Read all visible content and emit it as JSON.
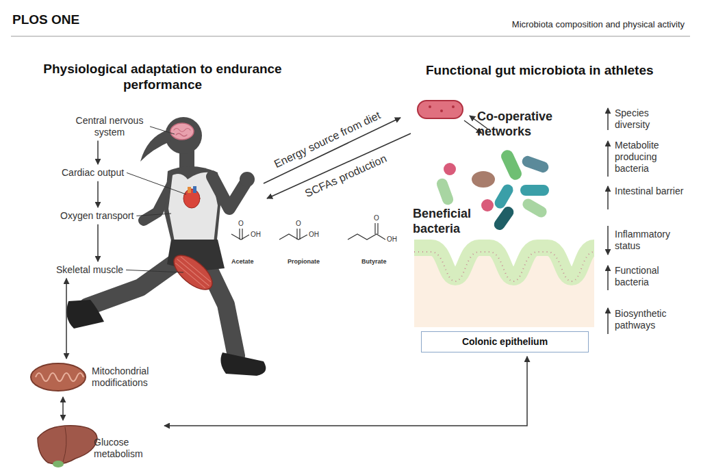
{
  "diagram": {
    "nodes": [
      {
        "text": [
          "Central nervous system"
        ]
      },
      {
        "text": [
          "Cardiac output"
        ]
      },
      {
        "text": [
          "Oxygen transport"
        ]
      },
      {
        "text": [
          "Skeletal muscle"
        ]
      },
      {
        "text": [
          "Mitochondrial modifications"
        ]
      },
      {
        "text": [
          "Glucose metabolism"
        ]
      },
      {
        "text": [
          "Colonic epithelium"
        ]
      }
    ],
    "edges": [
      {
        "from": 0,
        "to": 1,
        "arrow": "to"
      },
      {
        "from": 1,
        "to": 2,
        "arrow": "to"
      },
      {
        "from": 2,
        "to": 3,
        "arrow": "to"
      },
      {
        "from": 3,
        "to": 4,
        "arrow": "both"
      },
      {
        "from": 4,
        "to": 5,
        "arrow": "both"
      },
      {
        "from": 5,
        "to": 6,
        "arrow": "both"
      }
    ],
    "labels": [
      "PLOS ONE",
      "Microbiota composition and physical activity",
      "Physiological adaptation to endurance performance",
      "Functional gut microbiota in athletes",
      "Energy source from diet",
      "SCFAs production",
      "Co-operative networks",
      "Beneficial bacteria",
      "O",
      "OH",
      "Acetate",
      "O",
      "OH",
      "Propionate",
      "O",
      "OH",
      "Butyrate",
      "Species diversity",
      "Metabolite producing bacteria",
      "Intestinal barrier",
      "Inflammatory status",
      "Functional bacteria",
      "Biosynthetic pathways"
    ]
  }
}
